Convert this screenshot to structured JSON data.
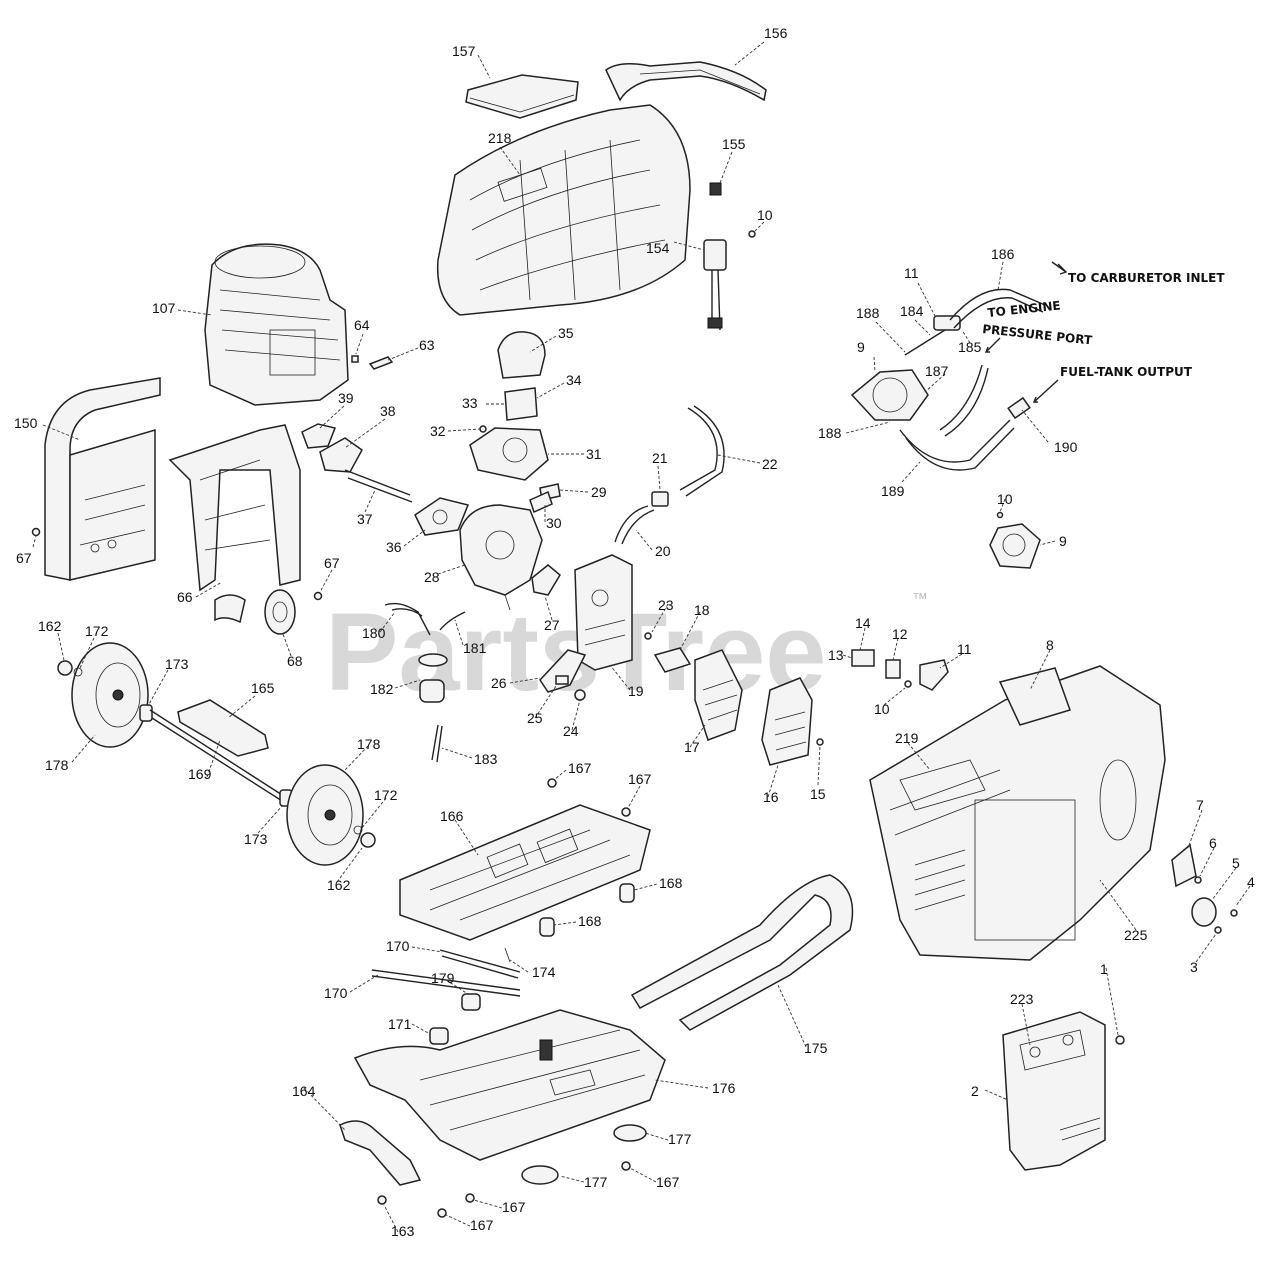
{
  "watermark": {
    "text": "PartsTree",
    "tm": "™"
  },
  "notes": [
    {
      "id": "carb",
      "text": "TO CARBURETOR INLET"
    },
    {
      "id": "engine1",
      "text": "TO ENGINE"
    },
    {
      "id": "engine2",
      "text": "PRESSURE PORT"
    },
    {
      "id": "fuel",
      "text": "FUEL-TANK OUTPUT"
    }
  ],
  "callouts": [
    "157",
    "156",
    "218",
    "155",
    "10",
    "154",
    "186",
    "11",
    "188",
    "184",
    "185",
    "9",
    "187",
    "188",
    "190",
    "189",
    "107",
    "64",
    "63",
    "35",
    "34",
    "33",
    "32",
    "31",
    "150",
    "39",
    "38",
    "37",
    "36",
    "22",
    "21",
    "29",
    "30",
    "20",
    "28",
    "27",
    "23",
    "18",
    "19",
    "26",
    "25",
    "24",
    "17",
    "16",
    "15",
    "10",
    "9",
    "67",
    "66",
    "67",
    "68",
    "180",
    "181",
    "182",
    "183",
    "162",
    "172",
    "173",
    "178",
    "165",
    "169",
    "173",
    "178",
    "172",
    "162",
    "14",
    "13",
    "12",
    "11",
    "10",
    "8",
    "219",
    "225",
    "7",
    "6",
    "5",
    "4",
    "3",
    "167",
    "167",
    "166",
    "168",
    "168",
    "170",
    "174",
    "170",
    "179",
    "171",
    "175",
    "176",
    "223",
    "1",
    "2",
    "164",
    "177",
    "177",
    "167",
    "163",
    "167",
    "167"
  ]
}
